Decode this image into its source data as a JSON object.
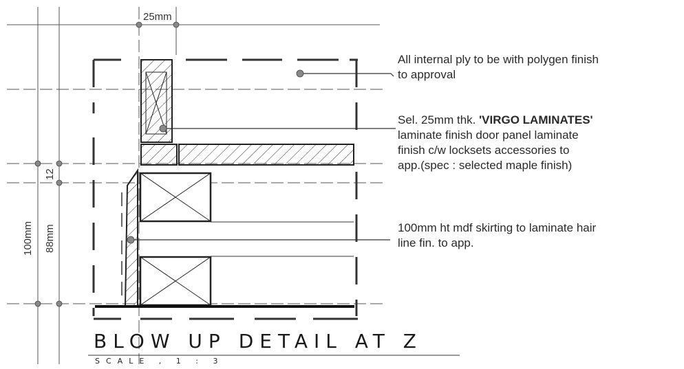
{
  "dimensions": {
    "top": "25mm",
    "left_outer": "100mm",
    "left_inner": "88mm",
    "left_small": "12"
  },
  "notes": {
    "note1_line1": "All internal ply to be with polygen finish",
    "note1_line2": "to approval",
    "note2_line1_prefix": "Sel. 25mm thk. ",
    "note2_line1_bold": "'VIRGO LAMINATES'",
    "note2_line2": "laminate  finish  door panel laminate",
    "note2_line3": "finish c/w locksets accessories to",
    "note2_line4": "app.(spec : selected maple finish)",
    "note3_line1": "100mm ht mdf skirting to laminate hair",
    "note3_line2": "line fin. to app."
  },
  "title": {
    "main": "BLOW UP DETAIL AT Z",
    "scale": "SCALE , 1 : 3"
  }
}
